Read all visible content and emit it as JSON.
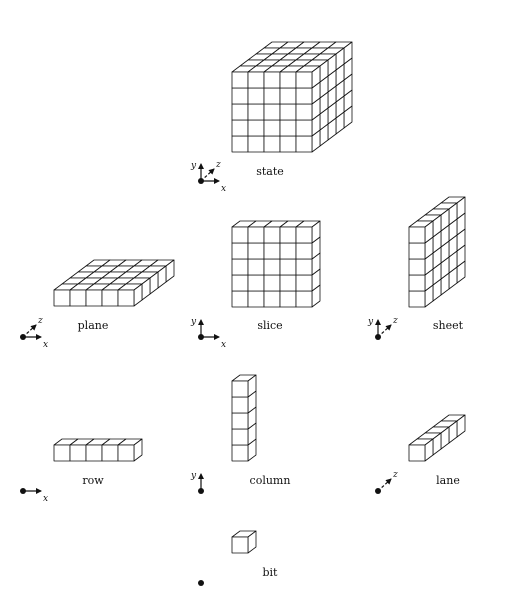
{
  "axis_labels": {
    "x": "x",
    "y": "y",
    "z": "z"
  },
  "pieces": [
    {
      "id": "state",
      "label": "state",
      "dims": {
        "x": 5,
        "y": 5,
        "z": 5
      },
      "axes": [
        "x",
        "y",
        "z"
      ]
    },
    {
      "id": "slice",
      "label": "slice",
      "dims": {
        "x": 5,
        "y": 5,
        "z": 1
      },
      "axes": [
        "x",
        "y"
      ]
    },
    {
      "id": "plane",
      "label": "plane",
      "dims": {
        "x": 5,
        "y": 1,
        "z": 5
      },
      "axes": [
        "x",
        "z"
      ]
    },
    {
      "id": "sheet",
      "label": "sheet",
      "dims": {
        "x": 1,
        "y": 5,
        "z": 5
      },
      "axes": [
        "y",
        "z"
      ]
    },
    {
      "id": "row",
      "label": "row",
      "dims": {
        "x": 5,
        "y": 1,
        "z": 1
      },
      "axes": [
        "x"
      ]
    },
    {
      "id": "column",
      "label": "column",
      "dims": {
        "x": 1,
        "y": 5,
        "z": 1
      },
      "axes": [
        "y"
      ]
    },
    {
      "id": "lane",
      "label": "lane",
      "dims": {
        "x": 1,
        "y": 1,
        "z": 5
      },
      "axes": [
        "z"
      ]
    },
    {
      "id": "bit",
      "label": "bit",
      "dims": {
        "x": 1,
        "y": 1,
        "z": 1
      },
      "axes": []
    }
  ]
}
